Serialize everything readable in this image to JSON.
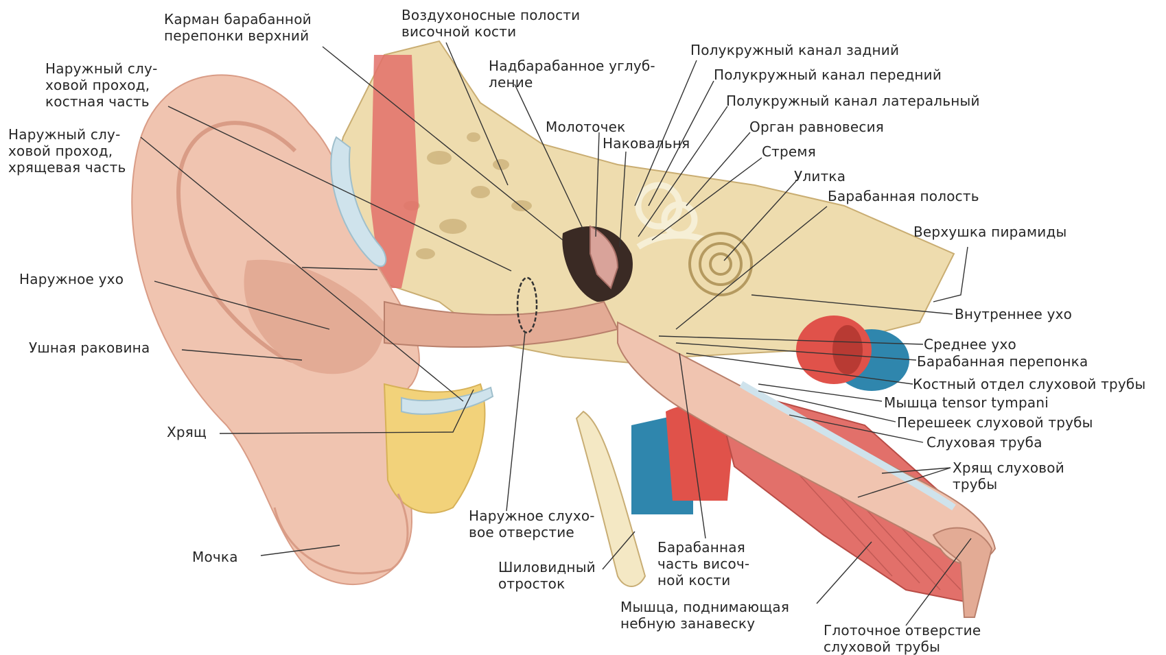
{
  "labels": {
    "eardrum_pocket": {
      "l1": "Карман барабанной",
      "l2": "перепонки верхний"
    },
    "air_cells": {
      "l1": "Воздухоносные полости",
      "l2": "височной кости"
    },
    "epitympanic": {
      "l1": "Надбарабанное углуб-",
      "l2": "ление"
    },
    "canal_posterior": "Полукружный канал задний",
    "canal_anterior": "Полукружный канал передний",
    "canal_lateral": "Полукружный канал латеральный",
    "malleus": "Молоточек",
    "incus": "Наковальня",
    "vestibular_organ": "Орган равновесия",
    "stapes": "Стремя",
    "cochlea": "Улитка",
    "tympanic_cavity": "Барабанная полость",
    "pyramid_apex": "Верхушка пирамиды",
    "inner_ear": "Внутреннее ухо",
    "middle_ear": "Среднее ухо",
    "eardrum": "Барабанная перепонка",
    "tube_bony": "Костный отдел слуховой трубы",
    "tensor_tympani": "Мышца tensor tympani",
    "tube_isthmus": "Перешеек слуховой трубы",
    "auditory_tube": "Слуховая труба",
    "tube_cartilage": {
      "l1": "Хрящ слуховой",
      "l2": "трубы"
    },
    "pharyngeal_opening": {
      "l1": "Глоточное отверстие",
      "l2": "слуховой трубы"
    },
    "levator_veli": {
      "l1": "Мышца, поднимающая",
      "l2": "небную занавеску"
    },
    "tympanic_part": {
      "l1": "Барабанная",
      "l2": "часть височ-",
      "l3": "ной кости"
    },
    "styloid": {
      "l1": "Шиловидный",
      "l2": "отросток"
    },
    "ext_opening": {
      "l1": "Наружное слухо-",
      "l2": "вое отверстие"
    },
    "canal_bony": {
      "l1": "Наружный слу-",
      "l2": "ховой проход,",
      "l3": "костная часть"
    },
    "canal_cartilage": {
      "l1": "Наружный слу-",
      "l2": "ховой проход,",
      "l3": "хрящевая часть"
    },
    "outer_ear": "Наружное ухо",
    "auricle": "Ушная раковина",
    "cartilage": "Хрящ",
    "lobule": "Мочка"
  },
  "colors": {
    "skin": "#f0c4b0",
    "skin_dark": "#d99c86",
    "bone": "#eedcae",
    "bone_dark": "#d6bd85",
    "muscle": "#e2706a",
    "cartilage": "#cfe3ec",
    "fat": "#f2d27a",
    "vein": "#2f86ad",
    "artery": "#e0524a",
    "ossicle": "#d9a39a",
    "cavity": "#3a2a24",
    "line": "#333333"
  }
}
